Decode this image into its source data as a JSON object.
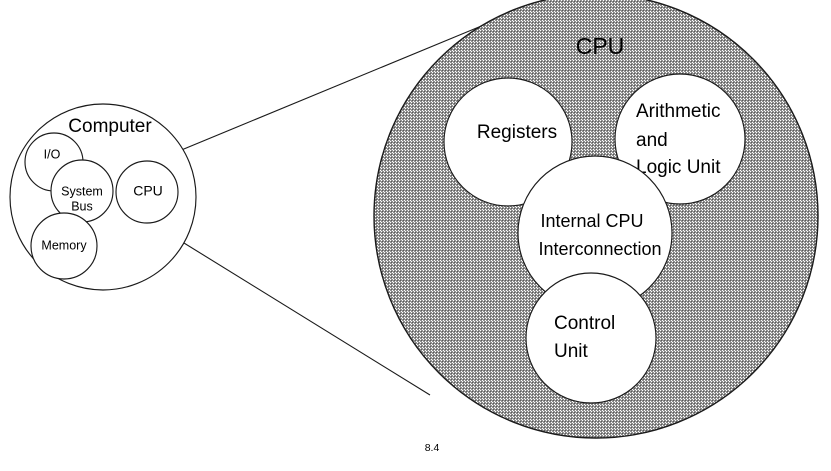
{
  "figure": {
    "caption_number": "8.4",
    "background_color": "#ffffff",
    "stroke_color": "#1a1a1a",
    "hatch_fill_color": "#8c8c8c"
  },
  "computer_view": {
    "title": "Computer",
    "components": [
      {
        "id": "io",
        "label": "I/O"
      },
      {
        "id": "system-bus",
        "label_line1": "System",
        "label_line2": "Bus"
      },
      {
        "id": "cpu",
        "label": "CPU"
      },
      {
        "id": "memory",
        "label": "Memory"
      }
    ]
  },
  "cpu_view": {
    "title": "CPU",
    "components": [
      {
        "id": "registers",
        "label": "Registers"
      },
      {
        "id": "alu",
        "label_line1": "Arithmetic",
        "label_line2": "and",
        "label_line3": "Logic Unit"
      },
      {
        "id": "interconnection",
        "label_line1": "Internal CPU",
        "label_line2": "Interconnection"
      },
      {
        "id": "control-unit",
        "label_line1": "Control",
        "label_line2": "Unit"
      }
    ]
  }
}
